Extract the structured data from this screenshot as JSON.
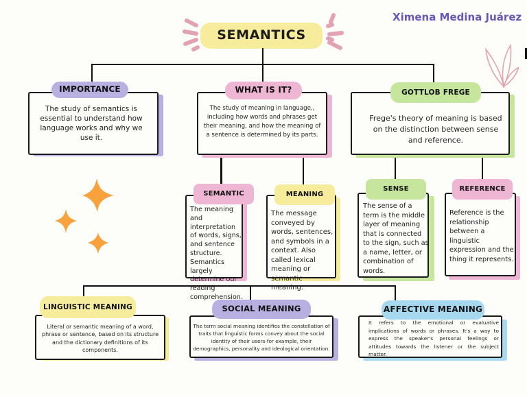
{
  "author": "Ximena Medina Juárez",
  "title": "SEMANTICS",
  "colors": {
    "background": "#fdfdf9",
    "yellow": "#f7ec9c",
    "pink": "#efb6d4",
    "purple": "#b8b0e0",
    "green": "#c6e69e",
    "blue": "#a6d8ef",
    "sparkle": "#f7a23c",
    "accent_pink": "#e2a2b3",
    "author": "#6b57b8"
  },
  "nodes": {
    "importance": {
      "label": "IMPORTANCE",
      "text": "The study of semantics is essential to understand how language works and why we use it."
    },
    "what_is_it": {
      "label": "WHAT IS IT?",
      "text": "The study of meaning in language,, including how words and phrases get their meaning, and how the meaning of a sentence is determined by its parts."
    },
    "gottlob_frege": {
      "label": "GOTTLOB FREGE",
      "text": "Frege's theory of meaning is based on the distinction between sense and reference."
    },
    "semantic": {
      "label": "SEMANTIC",
      "text": "The meaning and interpretation of words, signs, and sentence structure. Semantics largely determine our reading comprehension."
    },
    "meaning": {
      "label": "MEANING",
      "text": "The message conveyed by words, sentences, and symbols in a context. Also called lexical meaning or semantic meaning."
    },
    "sense": {
      "label": "SENSE",
      "text": "The sense of a term is the middle layer of meaning that is connected to the sign, such as a name, letter, or combination of words."
    },
    "reference": {
      "label": "REFERENCE",
      "text": "Reference is the relationship between a linguistic expression and the thing it represents."
    },
    "linguistic_meaning": {
      "label": "LINGUISTIC MEANING",
      "text": "Literal or semantic meaning of a word, phrase or sentence, based on its structure and the dictionary definitions of its components."
    },
    "social_meaning": {
      "label": "SOCIAL MEANING",
      "text": "The term social meaning identifies the constellation of traits that linguistic forms convey about the social identity of their users-for example, their demographics, personality and ideological orientation."
    },
    "affective_meaning": {
      "label": "AFFECTIVE MEANING",
      "text": "It refers to the emotional or evaluative implications of words or phrases. It's a way to express the speaker's personal feelings or attitudes towards the listener or the subject matter."
    }
  },
  "decorations": [
    "sparkles-icon",
    "leaf-sprig-icon",
    "burst-lines-icon"
  ]
}
